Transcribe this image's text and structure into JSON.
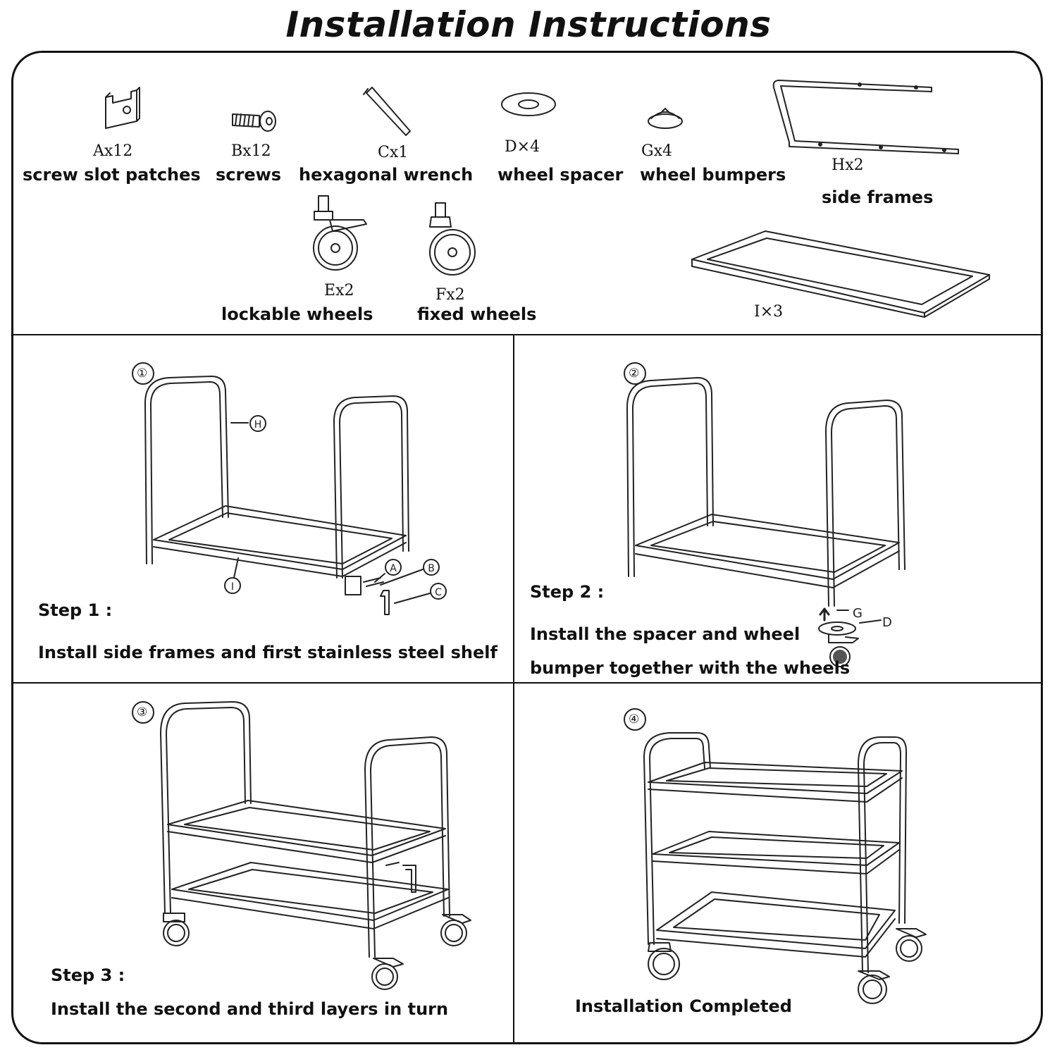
{
  "title": "Installation Instructions",
  "parts": [
    {
      "code": "A",
      "qty": "x12",
      "name": "screw slot patches",
      "icon": "screw-slot-patch-icon"
    },
    {
      "code": "B",
      "qty": "x12",
      "name": "screws",
      "icon": "screw-icon"
    },
    {
      "code": "C",
      "qty": "x1",
      "name": "hexagonal wrench",
      "icon": "hex-wrench-icon"
    },
    {
      "code": "D",
      "qty": "×4",
      "name": "wheel spacer",
      "icon": "wheel-spacer-icon"
    },
    {
      "code": "G",
      "qty": "x4",
      "name": "wheel bumpers",
      "icon": "wheel-bumper-icon"
    },
    {
      "code": "H",
      "qty": "x2",
      "name": "side frames",
      "icon": "side-frame-icon"
    },
    {
      "code": "E",
      "qty": "x2",
      "name": "lockable wheels",
      "icon": "lockable-wheel-icon"
    },
    {
      "code": "F",
      "qty": "x2",
      "name": "fixed wheels",
      "icon": "fixed-wheel-icon"
    },
    {
      "code": "I",
      "qty": "×3",
      "name": "",
      "icon": "shelf-icon"
    }
  ],
  "steps": [
    {
      "num": "①",
      "label": "Step 1 :",
      "text": "Install side frames and first stainless steel shelf",
      "callouts": [
        "H",
        "I",
        "A",
        "B",
        "C"
      ]
    },
    {
      "num": "②",
      "label": "Step 2 :",
      "text_line1": "Install the spacer and wheel",
      "text_line2": "bumper together with the wheels",
      "callouts": [
        "G",
        "D"
      ]
    },
    {
      "num": "③",
      "label": "Step 3 :",
      "text": "Install the second and third layers in turn"
    },
    {
      "num": "④",
      "text": "Installation Completed"
    }
  ]
}
